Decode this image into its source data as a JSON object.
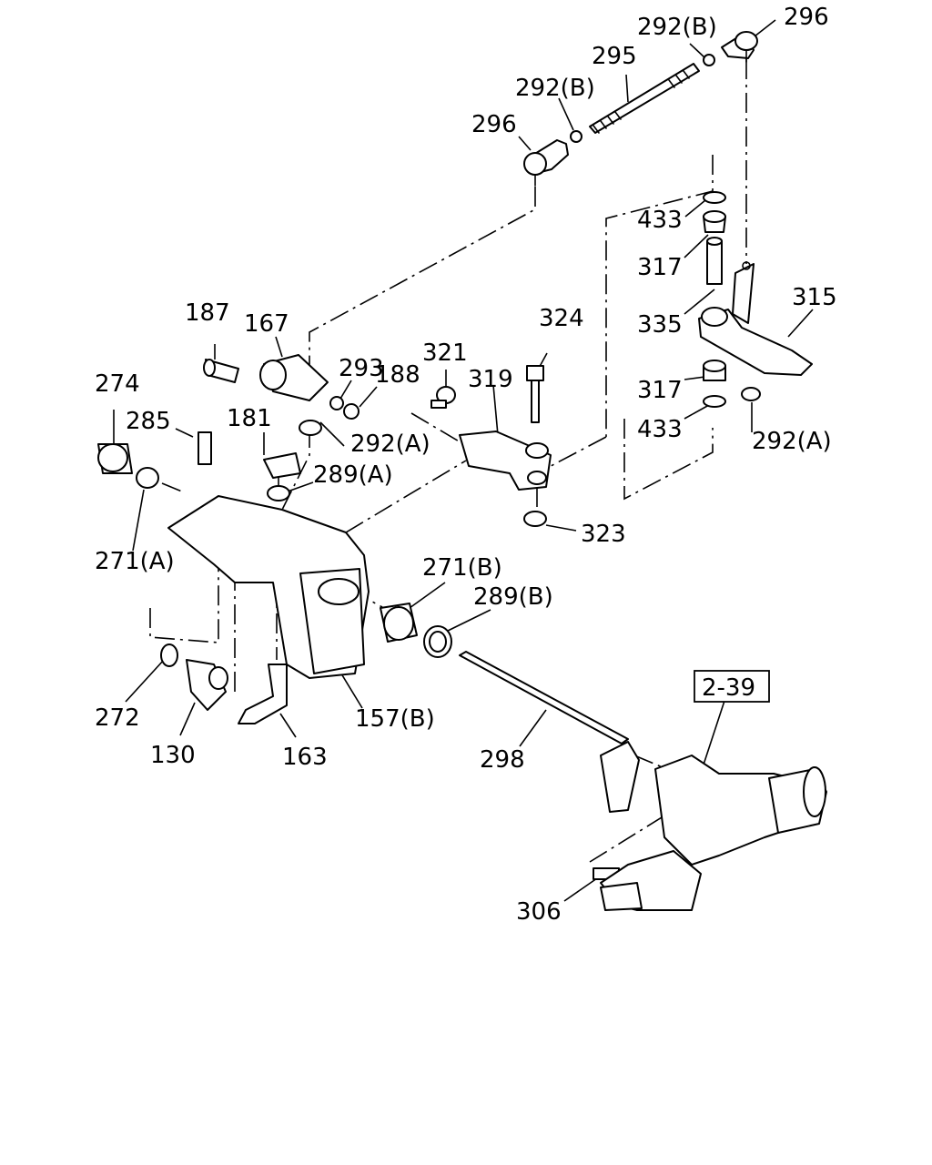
{
  "labels": {
    "p296_top": "296",
    "p292b_top": "292(B)",
    "p295": "295",
    "p292b_left": "292(B)",
    "p296_left": "296",
    "p433_top": "433",
    "p317_top": "317",
    "p315": "315",
    "p335": "335",
    "p324": "324",
    "p187": "187",
    "p167": "167",
    "p293": "293",
    "p321": "321",
    "p319": "319",
    "p188": "188",
    "p317_bottom": "317",
    "p274": "274",
    "p181": "181",
    "p433_bottom": "433",
    "p292a_right": "292(A)",
    "p285": "285",
    "p292a_mid": "292(A)",
    "p289a": "289(A)",
    "p323": "323",
    "p271a": "271(A)",
    "p271b": "271(B)",
    "p289b": "289(B)",
    "ref_2_39": "2-39",
    "p272": "272",
    "p157b": "157(B)",
    "p130": "130",
    "p298": "298",
    "p163": "163",
    "p306": "306"
  }
}
